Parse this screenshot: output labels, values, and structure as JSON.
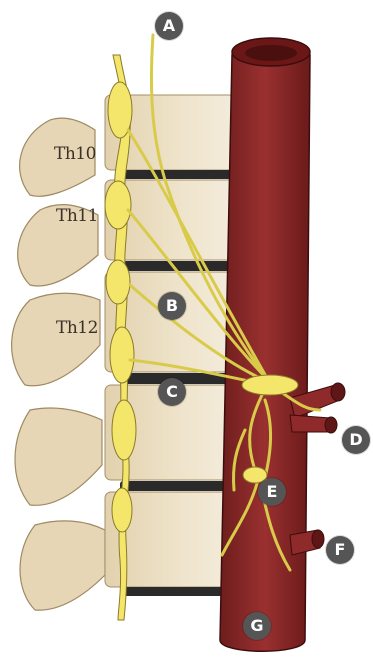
{
  "vertebra_labels": {
    "t10": "Th10",
    "t11": "Th11",
    "t12": "Th12"
  },
  "markers": {
    "a": "A",
    "b": "B",
    "c": "C",
    "d": "D",
    "e": "E",
    "f": "F",
    "g": "G"
  },
  "colors": {
    "bone": "#ece0c6",
    "bone_shadow": "#d6c39f",
    "disc": "#2a2a2a",
    "nerve": "#f3e66a",
    "nerve_outline": "#8a7a2a",
    "aorta": "#8e2a2a",
    "aorta_dark": "#5f1616",
    "marker": "#555555"
  }
}
